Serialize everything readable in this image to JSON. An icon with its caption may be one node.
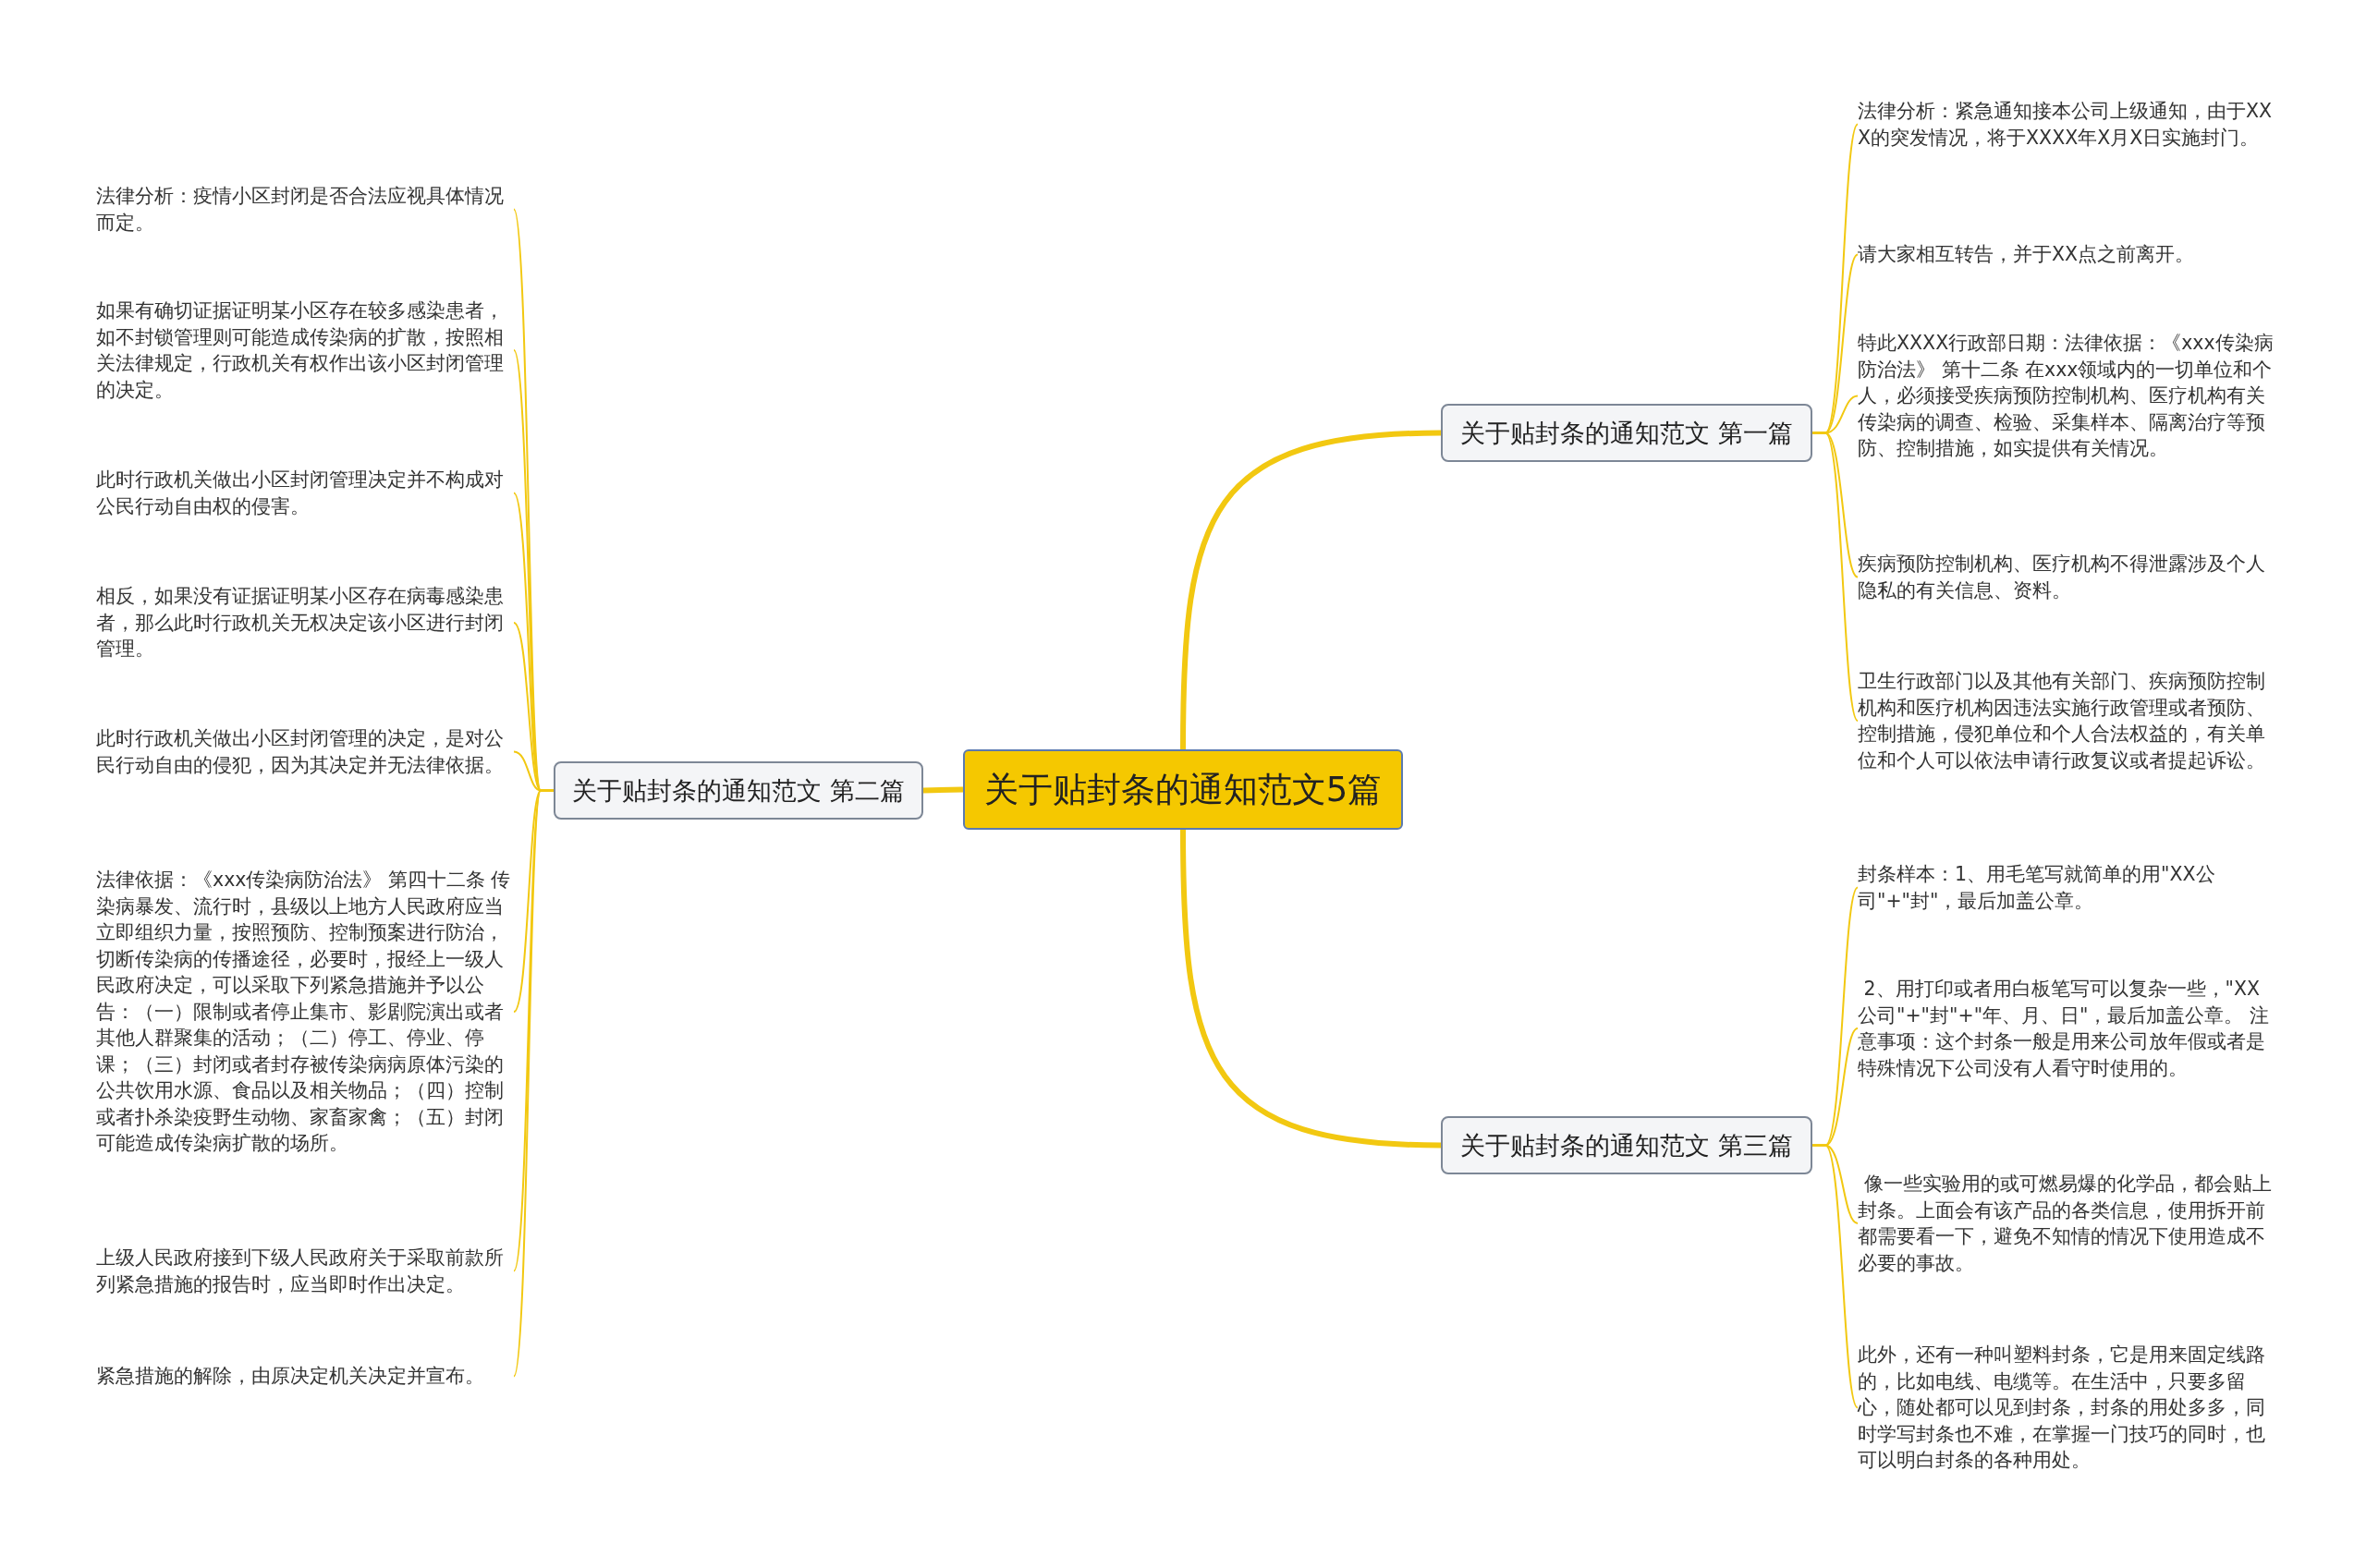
{
  "diagram": {
    "nodes": [
      {
        "text": [
          "关于贴封条的通知范文5篇"
        ]
      },
      {
        "text": [
          "关于贴封条的通知范文 第一篇"
        ]
      },
      {
        "text": [
          "法律分析：紧急通知接本公司上级通知，由于XXX的突发情况，将于XXXX年X月X日实施封门。"
        ]
      },
      {
        "text": [
          "请大家相互转告，并于XX点之前离开。"
        ]
      },
      {
        "text": [
          "特此XXXX行政部日期：法律依据：《xxx传染病防治法》 第十二条 在xxx领域内的一切单位和个人，必须接受疾病预防控制机构、医疗机构有关传染病的调查、检验、采集样本、隔离治疗等预防、控制措施，如实提供有关情况。"
        ]
      },
      {
        "text": [
          "疾病预防控制机构、医疗机构不得泄露涉及个人隐私的有关信息、资料。"
        ]
      },
      {
        "text": [
          "卫生行政部门以及其他有关部门、疾病预防控制机构和医疗机构因违法实施行政管理或者预防、控制措施，侵犯单位和个人合法权益的，有关单位和个人可以依法申请行政复议或者提起诉讼。"
        ]
      },
      {
        "text": [
          "关于贴封条的通知范文 第三篇"
        ]
      },
      {
        "text": [
          "封条样本：1、用毛笔写就简单的用\"XX公司\"+\"封\"，最后加盖公章。"
        ]
      },
      {
        "text": [
          " 2、用打印或者用白板笔写可以复杂一些，\"XX公司\"+\"封\"+\"年、月、日\"，最后加盖公章。 注意事项：这个封条一般是用来公司放年假或者是特殊情况下公司没有人看守时使用的。"
        ]
      },
      {
        "text": [
          " 像一些实验用的或可燃易爆的化学品，都会贴上封条。上面会有该产品的各类信息，使用拆开前都需要看一下，避免不知情的情况下使用造成不必要的事故。"
        ]
      },
      {
        "text": [
          "此外，还有一种叫塑料封条，它是用来固定线路的，比如电线、电缆等。在生活中，只要多留心，随处都可以见到封条，封条的用处多多，同时学写封条也不难，在掌握一门技巧的同时，也可以明白封条的各种用处。"
        ]
      },
      {
        "text": [
          "关于贴封条的通知范文 第二篇"
        ]
      },
      {
        "text": [
          "法律分析：疫情小区封闭是否合法应视具体情况而定。"
        ]
      },
      {
        "text": [
          "如果有确切证据证明某小区存在较多感染患者，如不封锁管理则可能造成传染病的扩散，按照相关法律规定，行政机关有权作出该小区封闭管理的决定。"
        ]
      },
      {
        "text": [
          "此时行政机关做出小区封闭管理决定并不构成对公民行动自由权的侵害。"
        ]
      },
      {
        "text": [
          "相反，如果没有证据证明某小区存在病毒感染患者，那么此时行政机关无权决定该小区进行封闭管理。"
        ]
      },
      {
        "text": [
          "此时行政机关做出小区封闭管理的决定，是对公民行动自由的侵犯，因为其决定并无法律依据。"
        ]
      },
      {
        "text": [
          "法律依据：《xxx传染病防治法》 第四十二条 传染病暴发、流行时，县级以上地方人民政府应当立即组织力量，按照预防、控制预案进行防治，切断传染病的传播途径，必要时，报经上一级人民政府决定，可以采取下列紧急措施并予以公告：（一）限制或者停止集市、影剧院演出或者其他人群聚集的活动；（二）停工、停业、停课；（三）封闭或者封存被传染病病原体污染的公共饮用水源、食品以及相关物品；（四）控制或者扑杀染疫野生动物、家畜家禽；（五）封闭可能造成传染病扩散的场所。"
        ]
      },
      {
        "text": [
          "上级人民政府接到下级人民政府关于采取前款所列紧急措施的报告时，应当即时作出决定。"
        ]
      },
      {
        "text": [
          "紧急措施的解除，由原决定机关决定并宣布。"
        ]
      }
    ],
    "edges": [
      {
        "from": 0,
        "to": 1,
        "arrow": "none",
        "style": "thick"
      },
      {
        "from": 1,
        "to": 2,
        "arrow": "none"
      },
      {
        "from": 1,
        "to": 3,
        "arrow": "none"
      },
      {
        "from": 1,
        "to": 4,
        "arrow": "none"
      },
      {
        "from": 1,
        "to": 5,
        "arrow": "none"
      },
      {
        "from": 1,
        "to": 6,
        "arrow": "none"
      },
      {
        "from": 0,
        "to": 7,
        "arrow": "none",
        "style": "thick"
      },
      {
        "from": 7,
        "to": 8,
        "arrow": "none"
      },
      {
        "from": 7,
        "to": 9,
        "arrow": "none"
      },
      {
        "from": 7,
        "to": 10,
        "arrow": "none"
      },
      {
        "from": 7,
        "to": 11,
        "arrow": "none"
      },
      {
        "from": 0,
        "to": 12,
        "arrow": "none",
        "style": "thick"
      },
      {
        "from": 12,
        "to": 13,
        "arrow": "none"
      },
      {
        "from": 12,
        "to": 14,
        "arrow": "none"
      },
      {
        "from": 12,
        "to": 15,
        "arrow": "none"
      },
      {
        "from": 12,
        "to": 16,
        "arrow": "none"
      },
      {
        "from": 12,
        "to": 17,
        "arrow": "none"
      },
      {
        "from": 12,
        "to": 18,
        "arrow": "none"
      },
      {
        "from": 12,
        "to": 19,
        "arrow": "none"
      },
      {
        "from": 12,
        "to": 20,
        "arrow": "none"
      }
    ]
  }
}
